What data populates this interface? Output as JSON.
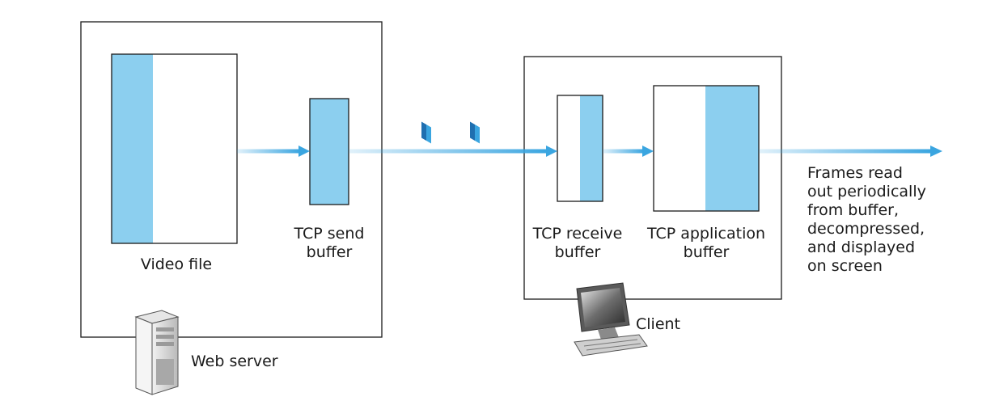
{
  "colors": {
    "fill_blue": "#8ccfef",
    "arrow_blue": "#3aa5e0",
    "box_stroke": "#1a1a1a",
    "background": "#ffffff"
  },
  "labels": {
    "video_file": "Video file",
    "tcp_send_buffer": [
      "TCP send",
      "buffer"
    ],
    "tcp_receive_buffer": [
      "TCP receive",
      "buffer"
    ],
    "tcp_application_buffer": [
      "TCP application",
      "buffer"
    ],
    "frames_note": [
      "Frames read",
      "out periodically",
      "from buffer,",
      "decompressed,",
      "and displayed",
      "on screen"
    ],
    "client": "Client",
    "web_server": "Web server"
  },
  "icons": {
    "server": "tower-server-icon",
    "client": "desktop-computer-icon",
    "packet": "packet-icon"
  },
  "fill_levels": {
    "video_file_sent_fraction": 0.33,
    "tcp_send_buffer_fill": 1.0,
    "tcp_receive_buffer_fill": 0.5,
    "tcp_application_buffer_fill": 0.5
  },
  "packets_in_transit": 2
}
